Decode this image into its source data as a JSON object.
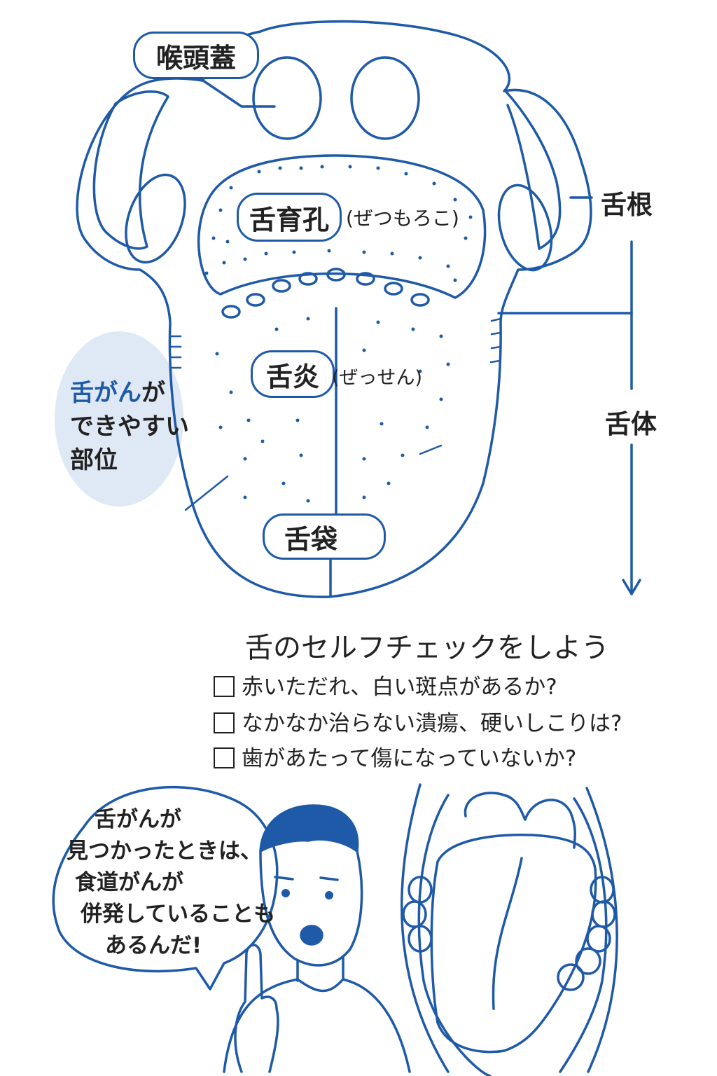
{
  "diagram": {
    "labels": {
      "epiglottis": "喉頭蓋",
      "foramen_caecum": "舌育孔",
      "foramen_caecum_reading": "(ぜつもろこ)",
      "glossitis": "舌炎",
      "glossitis_reading": "(ぜっせん)",
      "tongue_tip": "舌袋",
      "tongue_root": "舌根",
      "tongue_body": "舌体"
    },
    "risk_area": {
      "line1_accent": "舌がん",
      "line1_rest": "が",
      "line2": "できやすい",
      "line3": "部位"
    }
  },
  "checklist": {
    "title": "舌のセルフチェックをしよう",
    "items": [
      "赤いただれ、白い斑点があるか?",
      "なかなか治らない潰瘍、硬いしこりは?",
      "歯があたって傷になっていないか?"
    ]
  },
  "speech_bubble": {
    "lines": [
      "舌がんが",
      "見つかったときは、",
      "食道がんが",
      "併発していることも",
      "あるんだ!"
    ]
  },
  "colors": {
    "line_blue": "#1e5aa8",
    "accent_blue": "#1e5aa8",
    "risk_fill": "#dfe8f5",
    "text": "#222222"
  }
}
